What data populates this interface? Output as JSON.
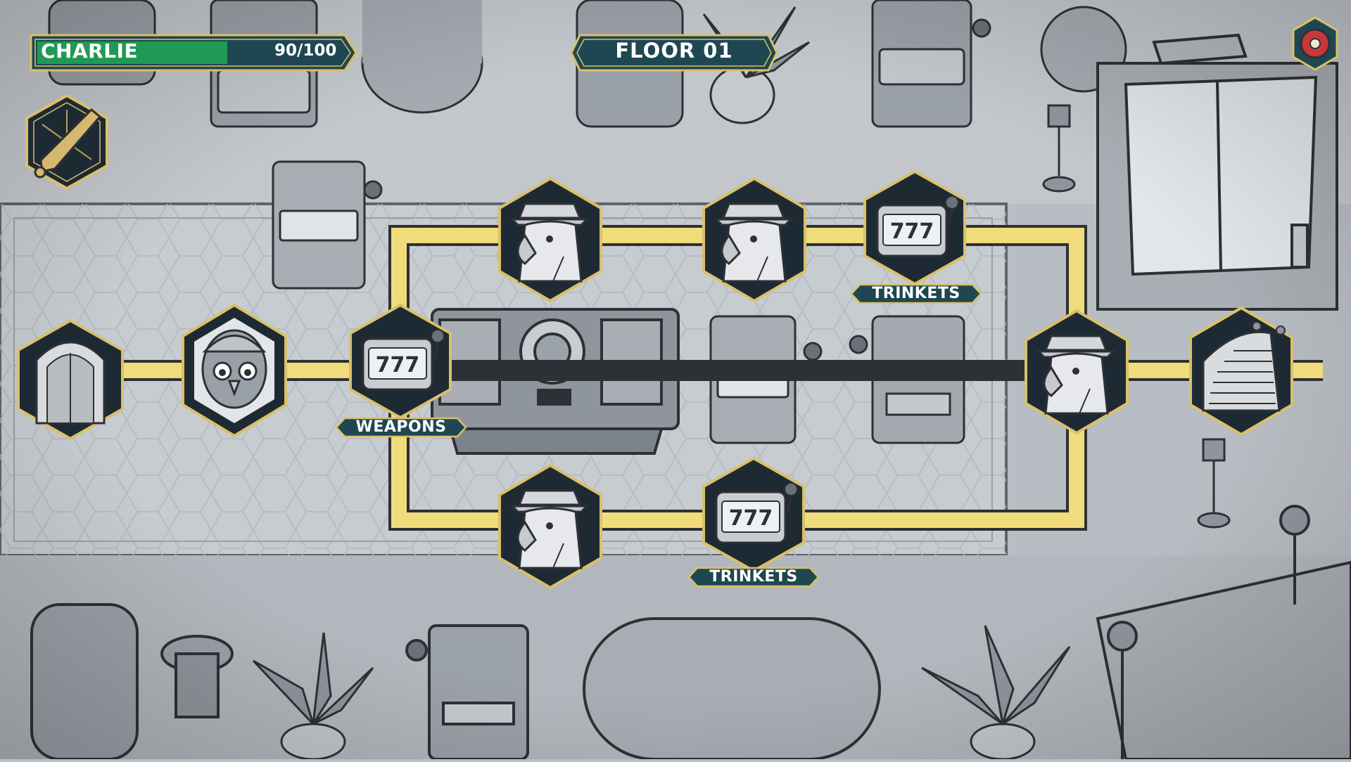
{
  "hud": {
    "player_name": "CHARLIE",
    "hp_text": "90/100",
    "hp_current": 90,
    "hp_max": 100,
    "floor_label": "FLOOR 01",
    "equipped_weapon_icon": "baseball-bat-icon",
    "settings_icon": "record-disc-icon"
  },
  "map": {
    "nodes": [
      {
        "id": "start-door",
        "icon": "ornate-door-icon"
      },
      {
        "id": "enemy-owl",
        "icon": "owl-boss-icon"
      },
      {
        "id": "shop-weapons",
        "icon": "slot-machine-icon",
        "tag": "WEAPONS"
      },
      {
        "id": "enemy-parrot-top-1",
        "icon": "parrot-gangster-icon"
      },
      {
        "id": "enemy-parrot-top-2",
        "icon": "parrot-gangster-icon"
      },
      {
        "id": "shop-trinkets-top",
        "icon": "slot-machine-icon",
        "tag": "TRINKETS"
      },
      {
        "id": "enemy-parrot-bottom",
        "icon": "parrot-gangster-icon"
      },
      {
        "id": "shop-trinkets-bottom",
        "icon": "slot-machine-icon",
        "tag": "TRINKETS"
      },
      {
        "id": "enemy-parrot-right",
        "icon": "parrot-gangster-icon"
      },
      {
        "id": "exit-stairs",
        "icon": "staircase-icon"
      }
    ]
  },
  "colors": {
    "path": "#f0dc7a",
    "hud_dark": "#1f4752",
    "hud_gold": "#d9c06a",
    "hp_fill": "#1f9a55",
    "hex_fill": "#1e2a33"
  }
}
